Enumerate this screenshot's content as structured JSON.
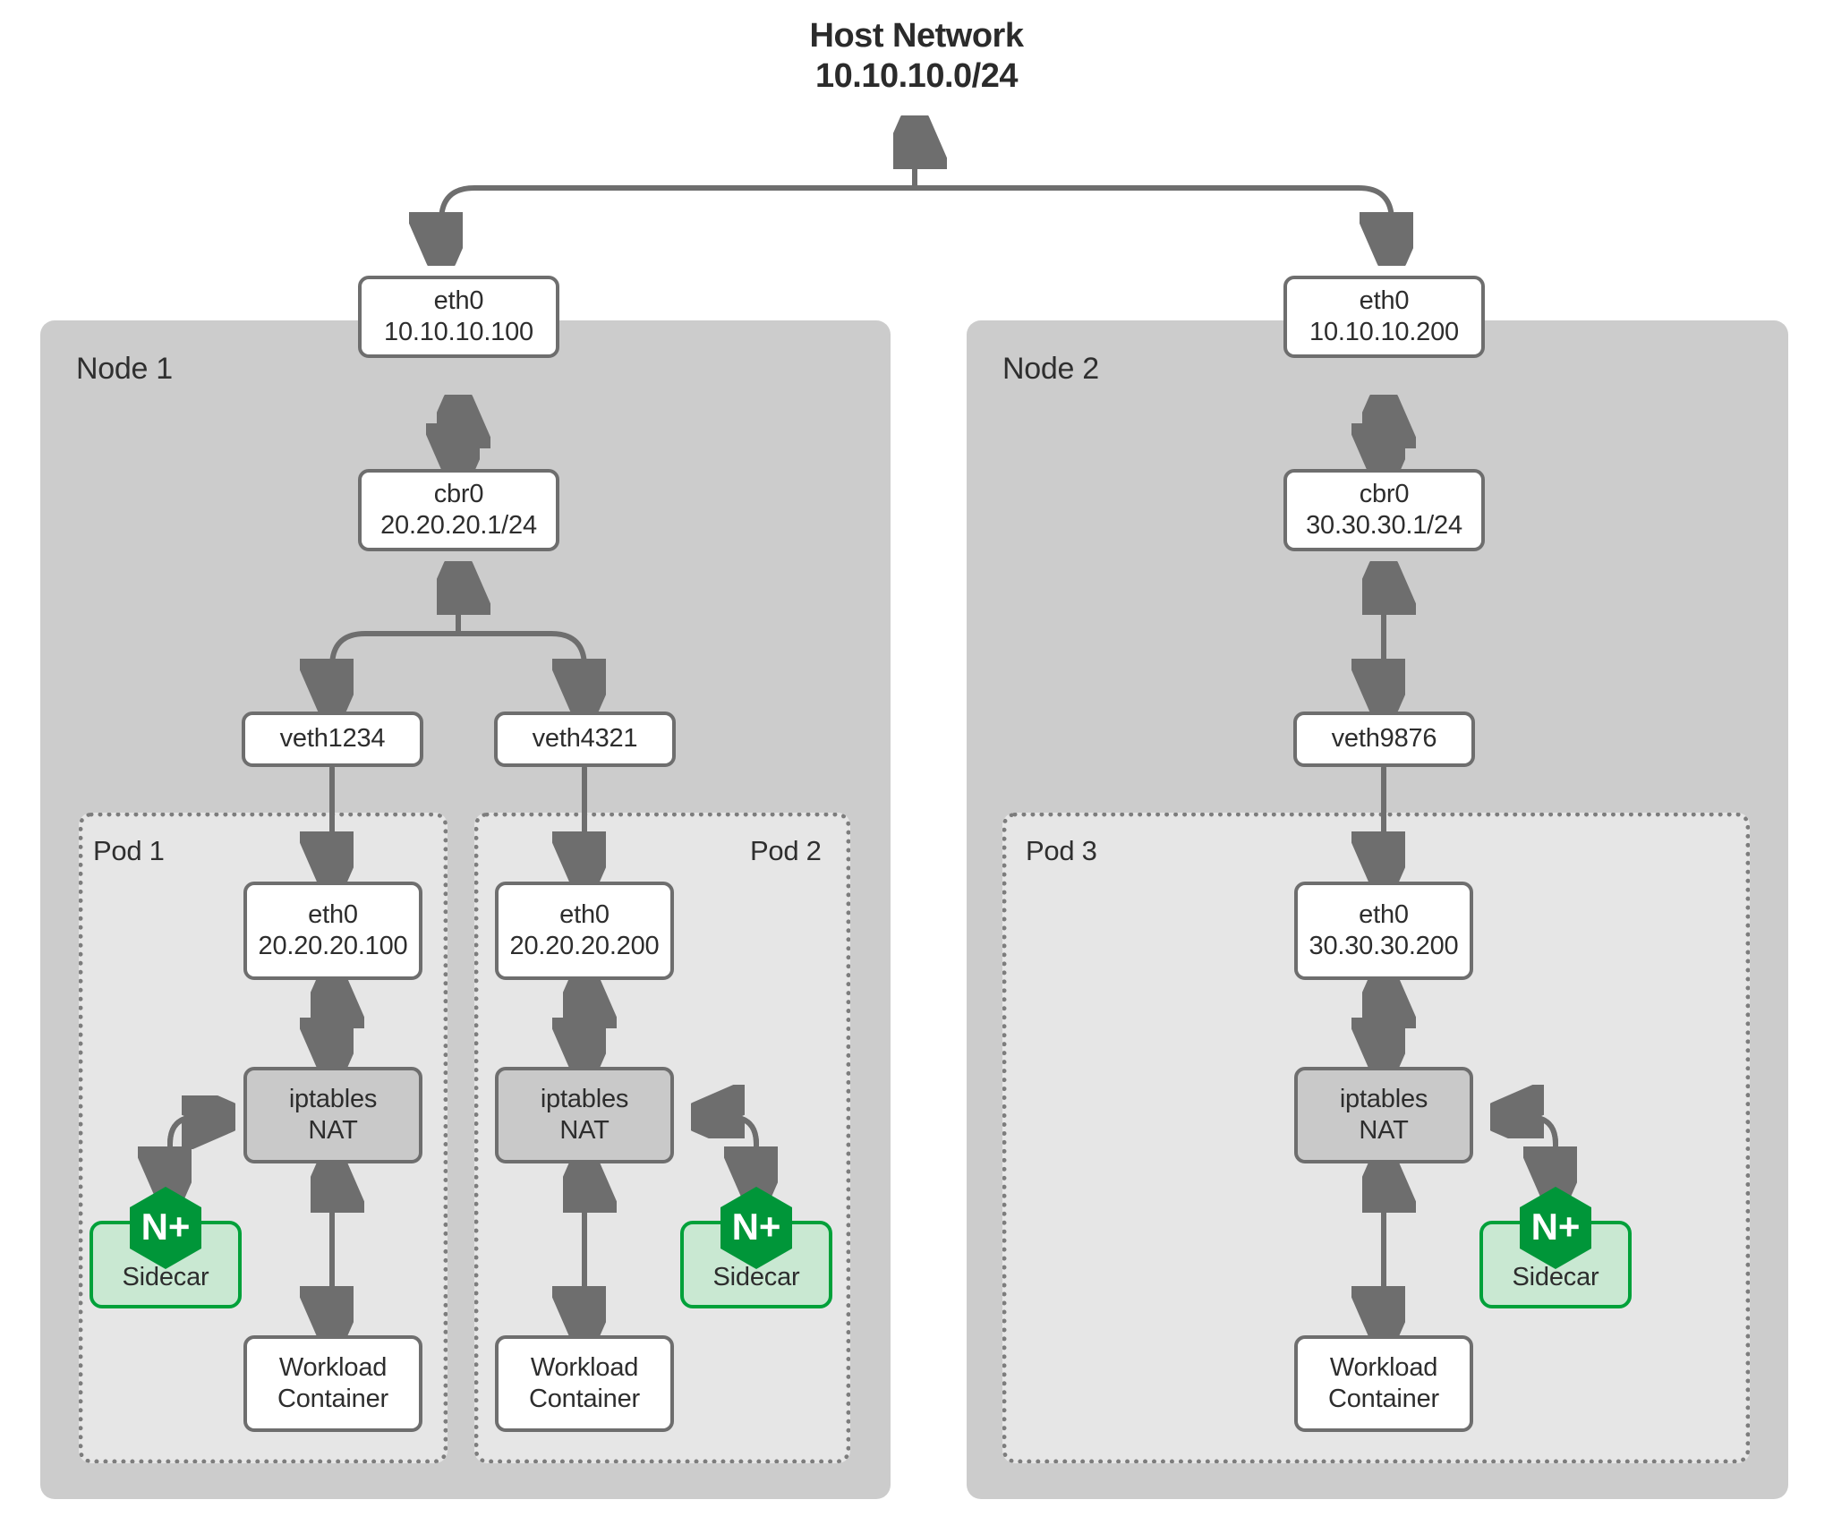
{
  "diagram": {
    "title_line1": "Host Network",
    "title_line2": "10.10.10.0/24"
  },
  "nodes": [
    {
      "label": "Node 1",
      "eth0": {
        "name": "eth0",
        "ip": "10.10.10.100"
      },
      "bridge": {
        "name": "cbr0",
        "ip": "20.20.20.1/24"
      },
      "veths": [
        {
          "name": "veth1234"
        },
        {
          "name": "veth4321"
        }
      ],
      "pods": [
        {
          "label": "Pod 1",
          "eth0": {
            "name": "eth0",
            "ip": "20.20.20.100"
          },
          "nat": {
            "line1": "iptables",
            "line2": "NAT"
          },
          "sidecar": {
            "label": "Sidecar",
            "logo": "N+"
          },
          "workload": {
            "line1": "Workload",
            "line2": "Container"
          }
        },
        {
          "label": "Pod 2",
          "eth0": {
            "name": "eth0",
            "ip": "20.20.20.200"
          },
          "nat": {
            "line1": "iptables",
            "line2": "NAT"
          },
          "sidecar": {
            "label": "Sidecar",
            "logo": "N+"
          },
          "workload": {
            "line1": "Workload",
            "line2": "Container"
          }
        }
      ]
    },
    {
      "label": "Node 2",
      "eth0": {
        "name": "eth0",
        "ip": "10.10.10.200"
      },
      "bridge": {
        "name": "cbr0",
        "ip": "30.30.30.1/24"
      },
      "veths": [
        {
          "name": "veth9876"
        }
      ],
      "pods": [
        {
          "label": "Pod 3",
          "eth0": {
            "name": "eth0",
            "ip": "30.30.30.200"
          },
          "nat": {
            "line1": "iptables",
            "line2": "NAT"
          },
          "sidecar": {
            "label": "Sidecar",
            "logo": "N+"
          },
          "workload": {
            "line1": "Workload",
            "line2": "Container"
          }
        }
      ]
    }
  ],
  "colors": {
    "node_fill": "#cccccc",
    "pod_fill": "#e6e6e6",
    "box_stroke": "#6e6e6e",
    "nat_fill": "#c9c9c9",
    "sidecar_fill": "#c9e8d2",
    "sidecar_stroke": "#00a13a",
    "nginx_green": "#009639",
    "text": "#2d2d2d",
    "background": "#ffffff"
  }
}
